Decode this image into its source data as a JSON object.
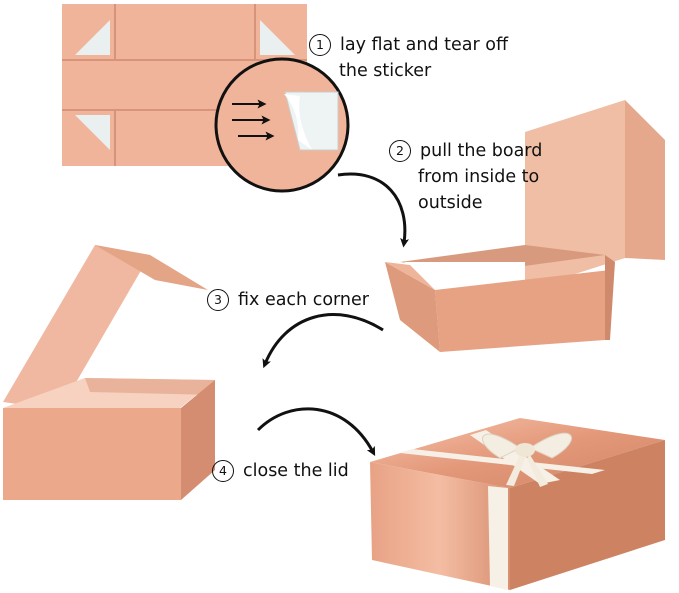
{
  "steps": [
    {
      "number": "1",
      "lines": [
        "lay flat and tear off",
        "the sticker"
      ],
      "illustration": "flat-box-blank-with-sticker-magnifier"
    },
    {
      "number": "2",
      "lines": [
        "pull the board",
        "from inside to",
        "outside"
      ],
      "illustration": "box-unfolding-side-walls"
    },
    {
      "number": "3",
      "lines": [
        "fix each corner"
      ],
      "illustration": "open-box-with-lid-up"
    },
    {
      "number": "4",
      "lines": [
        "close the lid"
      ],
      "illustration": "closed-box-with-ribbon-bow"
    }
  ],
  "colors": {
    "box_light": "#f0b49a",
    "box_mid": "#e9a487",
    "box_dark": "#c97f62",
    "ribbon": "#f6f0e6",
    "sticker": "#eaf0f0",
    "arrow": "#111111"
  },
  "icons": [
    "curved-arrow-icon",
    "magnifier-circle"
  ]
}
